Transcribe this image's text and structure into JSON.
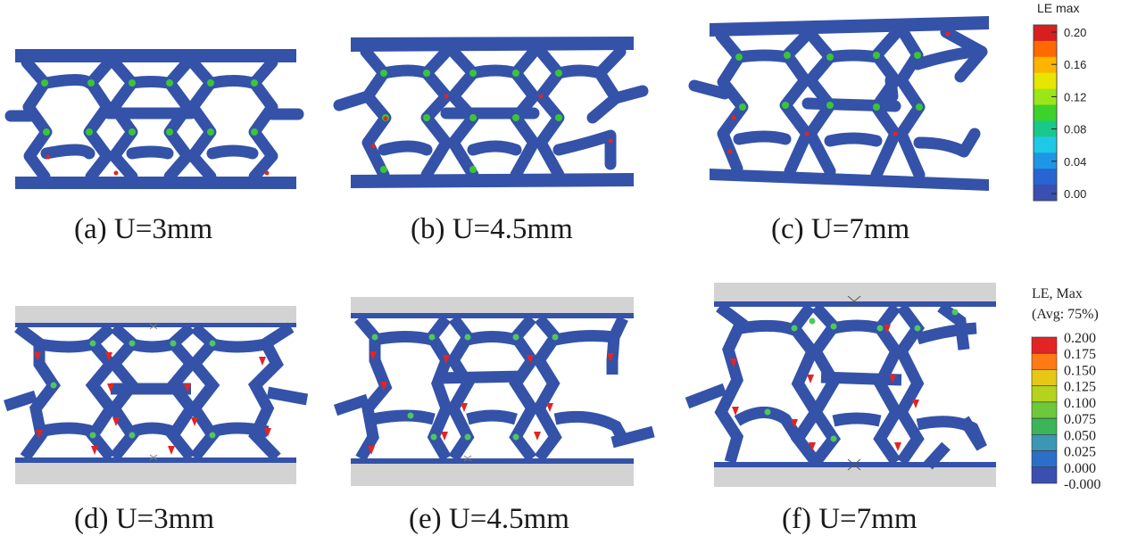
{
  "panels": [
    {
      "id": "a",
      "caption": "(a) U=3mm"
    },
    {
      "id": "b",
      "caption": "(b) U=4.5mm"
    },
    {
      "id": "c",
      "caption": "(c) U=7mm"
    },
    {
      "id": "d",
      "caption": "(d) U=3mm"
    },
    {
      "id": "e",
      "caption": "(e) U=4.5mm"
    },
    {
      "id": "f",
      "caption": "(f) U=7mm"
    }
  ],
  "legend_top": {
    "title": "LE max",
    "ticks": [
      "0.20",
      "0.16",
      "0.12",
      "0.08",
      "0.04",
      "0.00"
    ],
    "colors": [
      "#d71f1f",
      "#ff6a00",
      "#ffb400",
      "#e6e600",
      "#9be619",
      "#3cd22a",
      "#19c88c",
      "#1ec8e6",
      "#1e96e6",
      "#2864d2",
      "#3a4fb0"
    ]
  },
  "legend_bottom": {
    "title_line1": "LE, Max",
    "title_line2": "(Avg: 75%)",
    "ticks": [
      "0.200",
      "0.175",
      "0.150",
      "0.125",
      "0.100",
      "0.075",
      "0.050",
      "0.025",
      "0.000",
      "-0.000"
    ],
    "colors": [
      "#e32424",
      "#ff7a14",
      "#e6c814",
      "#b4d21e",
      "#6ec83c",
      "#3cb45a",
      "#3c96b4",
      "#2d6ec8",
      "#3a4fb0"
    ]
  },
  "colors": {
    "structure_blue": "#3452a8",
    "plate_gray": "#d3d3d3",
    "hot_red": "#e32424",
    "warm_green": "#4fc85a"
  }
}
